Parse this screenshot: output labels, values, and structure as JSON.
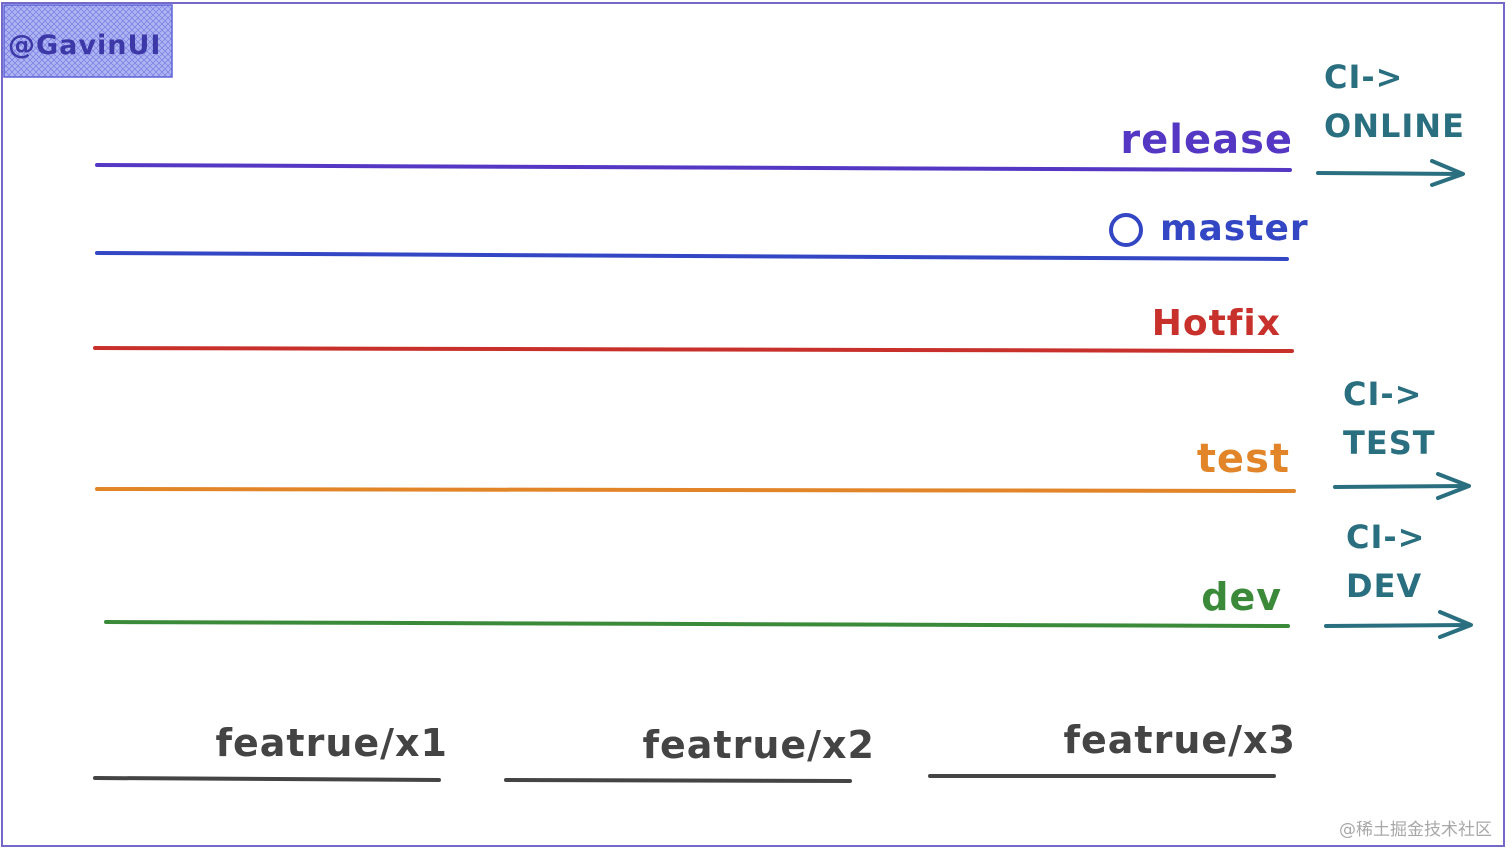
{
  "author_tag": "@GavinUI",
  "colors": {
    "frame": "#7469c8",
    "tag_bg": "#aeb5f2",
    "tag_border": "#5f63d8",
    "tag_text": "#3d38a8",
    "release": "#5438c4",
    "master": "#3346c4",
    "hotfix": "#c8302c",
    "test": "#e28428",
    "dev": "#3b8a3a",
    "feature": "#444444",
    "ci": "#2a6f80"
  },
  "branches": [
    {
      "id": "release",
      "label": "release",
      "color_key": "release"
    },
    {
      "id": "master",
      "label": "master",
      "color_key": "master",
      "marker": "circle-icon"
    },
    {
      "id": "hotfix",
      "label": "Hotfix",
      "color_key": "hotfix"
    },
    {
      "id": "test",
      "label": "test",
      "color_key": "test"
    },
    {
      "id": "dev",
      "label": "dev",
      "color_key": "dev"
    }
  ],
  "features": [
    {
      "label": "featrue/x1"
    },
    {
      "label": "featrue/x2"
    },
    {
      "label": "featrue/x3"
    }
  ],
  "ci_targets": [
    {
      "line1": "CI->",
      "line2": "ONLINE",
      "branch": "release",
      "icon": "arrow-right-icon"
    },
    {
      "line1": "CI->",
      "line2": "TEST",
      "branch": "test",
      "icon": "arrow-right-icon"
    },
    {
      "line1": "CI->",
      "line2": "DEV",
      "branch": "dev",
      "icon": "arrow-right-icon"
    }
  ],
  "watermark": "@稀土掘金技术社区"
}
